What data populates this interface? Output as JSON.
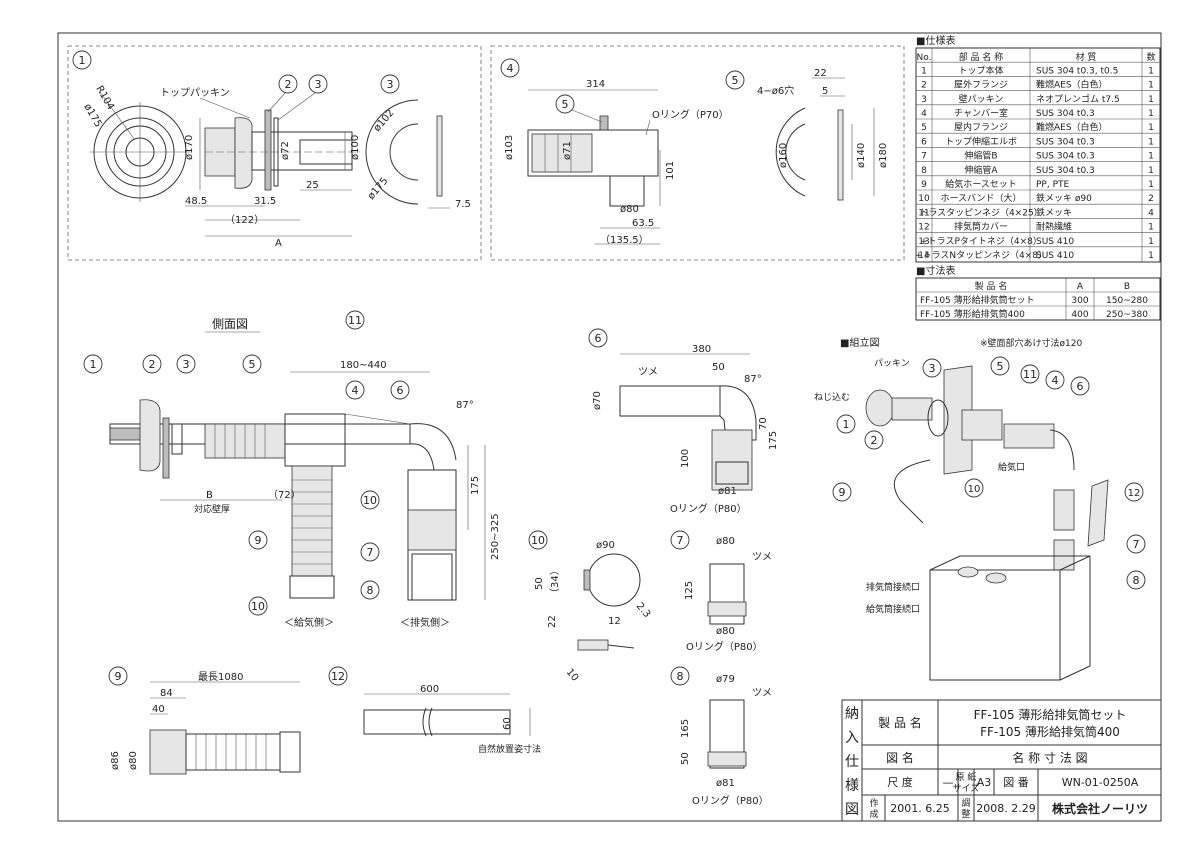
{
  "spec_table": {
    "title": "■仕様表",
    "headers": [
      "No.",
      "部 品 名 称",
      "材 質",
      "数"
    ],
    "rows": [
      [
        "1",
        "トップ本体",
        "SUS 304 t0.3, t0.5",
        "1"
      ],
      [
        "2",
        "屋外フランジ",
        "難燃AES（白色）",
        "1"
      ],
      [
        "3",
        "壁パッキン",
        "ネオプレンゴム t7.5",
        "1"
      ],
      [
        "4",
        "チャンバー室",
        "SUS 304 t0.3",
        "1"
      ],
      [
        "5",
        "屋内フランジ",
        "難燃AES（白色）",
        "1"
      ],
      [
        "6",
        "トップ伸縮エルボ",
        "SUS 304 t0.3",
        "1"
      ],
      [
        "7",
        "伸縮管B",
        "SUS 304 t0.3",
        "1"
      ],
      [
        "8",
        "伸縮管A",
        "SUS 304 t0.3",
        "1"
      ],
      [
        "9",
        "給気ホースセット",
        "PP, PTE",
        "1"
      ],
      [
        "10",
        "ホースバンド（大）",
        "鉄メッキ ø90",
        "2"
      ],
      [
        "11",
        "トラスタッピンネジ（4×25）",
        "鉄メッキ",
        "4"
      ],
      [
        "12",
        "排気筒カバー",
        "耐熱繊維",
        "1"
      ],
      [
        "13",
        "+トラスPタイトネジ（4×8）",
        "SUS 410",
        "1"
      ],
      [
        "14",
        "+トラスNタッピンネジ（4×8）",
        "SUS 410",
        "1"
      ]
    ]
  },
  "dim_table": {
    "title": "■寸法表",
    "headers": [
      "製 品 名",
      "A",
      "B"
    ],
    "rows": [
      [
        "FF-105 薄形給排気筒セット",
        "300",
        "150~280"
      ],
      [
        "FF-105 薄形給排気筒400",
        "400",
        "250~380"
      ]
    ]
  },
  "title_block": {
    "vertical_label": [
      "納",
      "入",
      "仕",
      "様",
      "図"
    ],
    "product_label": "製 品 名",
    "product_line1": "FF-105 薄形給排気筒セット",
    "product_line2": "FF-105 薄形給排気筒400",
    "drawing_label": "図 名",
    "drawing_value": "名 称 寸 法 図",
    "scale_label": "尺 度",
    "scale_value": "—",
    "paper_label_1": "原 紙",
    "paper_label_2": "サイズ",
    "paper_value": "A3",
    "number_label": "図 番",
    "number_value": "WN-01-0250A",
    "created_label": "作 成",
    "created_date": "2001. 6.25",
    "revised_label": "調 整",
    "revised_date": "2008. 2.29",
    "company": "株式会社ノーリツ"
  },
  "view1": {
    "num": "1",
    "num2": "2",
    "num3": "3",
    "num3b": "3",
    "packing_label": "トップパッキン",
    "d_r104": "R104",
    "d_175": "ø175",
    "d_170": "ø170",
    "d_72": "ø72",
    "d_100": "ø100",
    "d_25": "25",
    "d_485": "48.5",
    "d_315": "31.5",
    "d_122": "（122）",
    "d_A": "A",
    "d_102": "ø102",
    "d_175b": "ø175",
    "d_75": "7.5"
  },
  "view4": {
    "num": "4",
    "num5": "5",
    "num5b": "5",
    "d_314": "314",
    "oring": "Oリング（P70）",
    "d_103": "ø103",
    "d_71": "ø71",
    "d_101": "101",
    "d_80": "ø80",
    "d_635": "63.5",
    "d_1355": "（135.5）",
    "d_hole": "4−ø6穴",
    "d_22": "22",
    "d_5": "5",
    "d_160": "ø160",
    "d_140": "ø140",
    "d_180": "ø180"
  },
  "side_view": {
    "title": "側面図",
    "n1": "1",
    "n2": "2",
    "n3": "3",
    "n4": "4",
    "n5": "5",
    "n6": "6",
    "n7": "7",
    "n8": "8",
    "n9": "9",
    "n10a": "10",
    "n10b": "10",
    "n11": "11",
    "d_range": "180~440",
    "d_87": "87°",
    "d_175": "175",
    "d_250": "250~325",
    "d_B": "B",
    "d_72": "（72）",
    "wall": "対応壁厚",
    "supply_side": "＜給気側＞",
    "exhaust_side": "＜排気側＞"
  },
  "view6": {
    "num": "6",
    "d_380": "380",
    "tsume": "ツメ",
    "d_50": "50",
    "d_87": "87°",
    "d_70": "ø70",
    "d_70b": "70",
    "d_100": "100",
    "d_175": "175",
    "d_81": "ø81",
    "oring": "Oリング（P80）"
  },
  "view7": {
    "num": "7",
    "d_80": "ø80",
    "tsume": "ツメ",
    "d_125": "125",
    "d_80b": "ø80",
    "oring": "Oリング（P80）"
  },
  "view8": {
    "num": "8",
    "d_79": "ø79",
    "tsume": "ツメ",
    "d_165": "165",
    "d_50": "50",
    "d_81": "ø81",
    "oring": "Oリング（P80）"
  },
  "view10": {
    "num": "10",
    "d_90": "ø90",
    "d_50": "50",
    "d_34": "（34）",
    "d_23": "2.3",
    "d_22": "22",
    "d_12": "12",
    "d_10": "10"
  },
  "view9": {
    "num": "9",
    "d_max": "最長1080",
    "d_84": "84",
    "d_40": "40",
    "d_86": "ø86",
    "d_80": "ø80"
  },
  "view12": {
    "num": "12",
    "d_600": "600",
    "d_60": "60",
    "note": "自然放置姿寸法"
  },
  "assembly": {
    "title": "■組立図",
    "hole_note": "※壁面部穴あけ寸法ø120",
    "packing": "パッキン",
    "screw_in": "ねじ込む",
    "supply_port": "給気口",
    "exhaust_conn": "排気筒接続口",
    "supply_conn": "給気筒接続口",
    "n1": "1",
    "n2": "2",
    "n3": "3",
    "n4": "4",
    "n5": "5",
    "n6": "6",
    "n7": "7",
    "n8": "8",
    "n9": "9",
    "n10": "10",
    "n11": "11",
    "n12": "12"
  }
}
